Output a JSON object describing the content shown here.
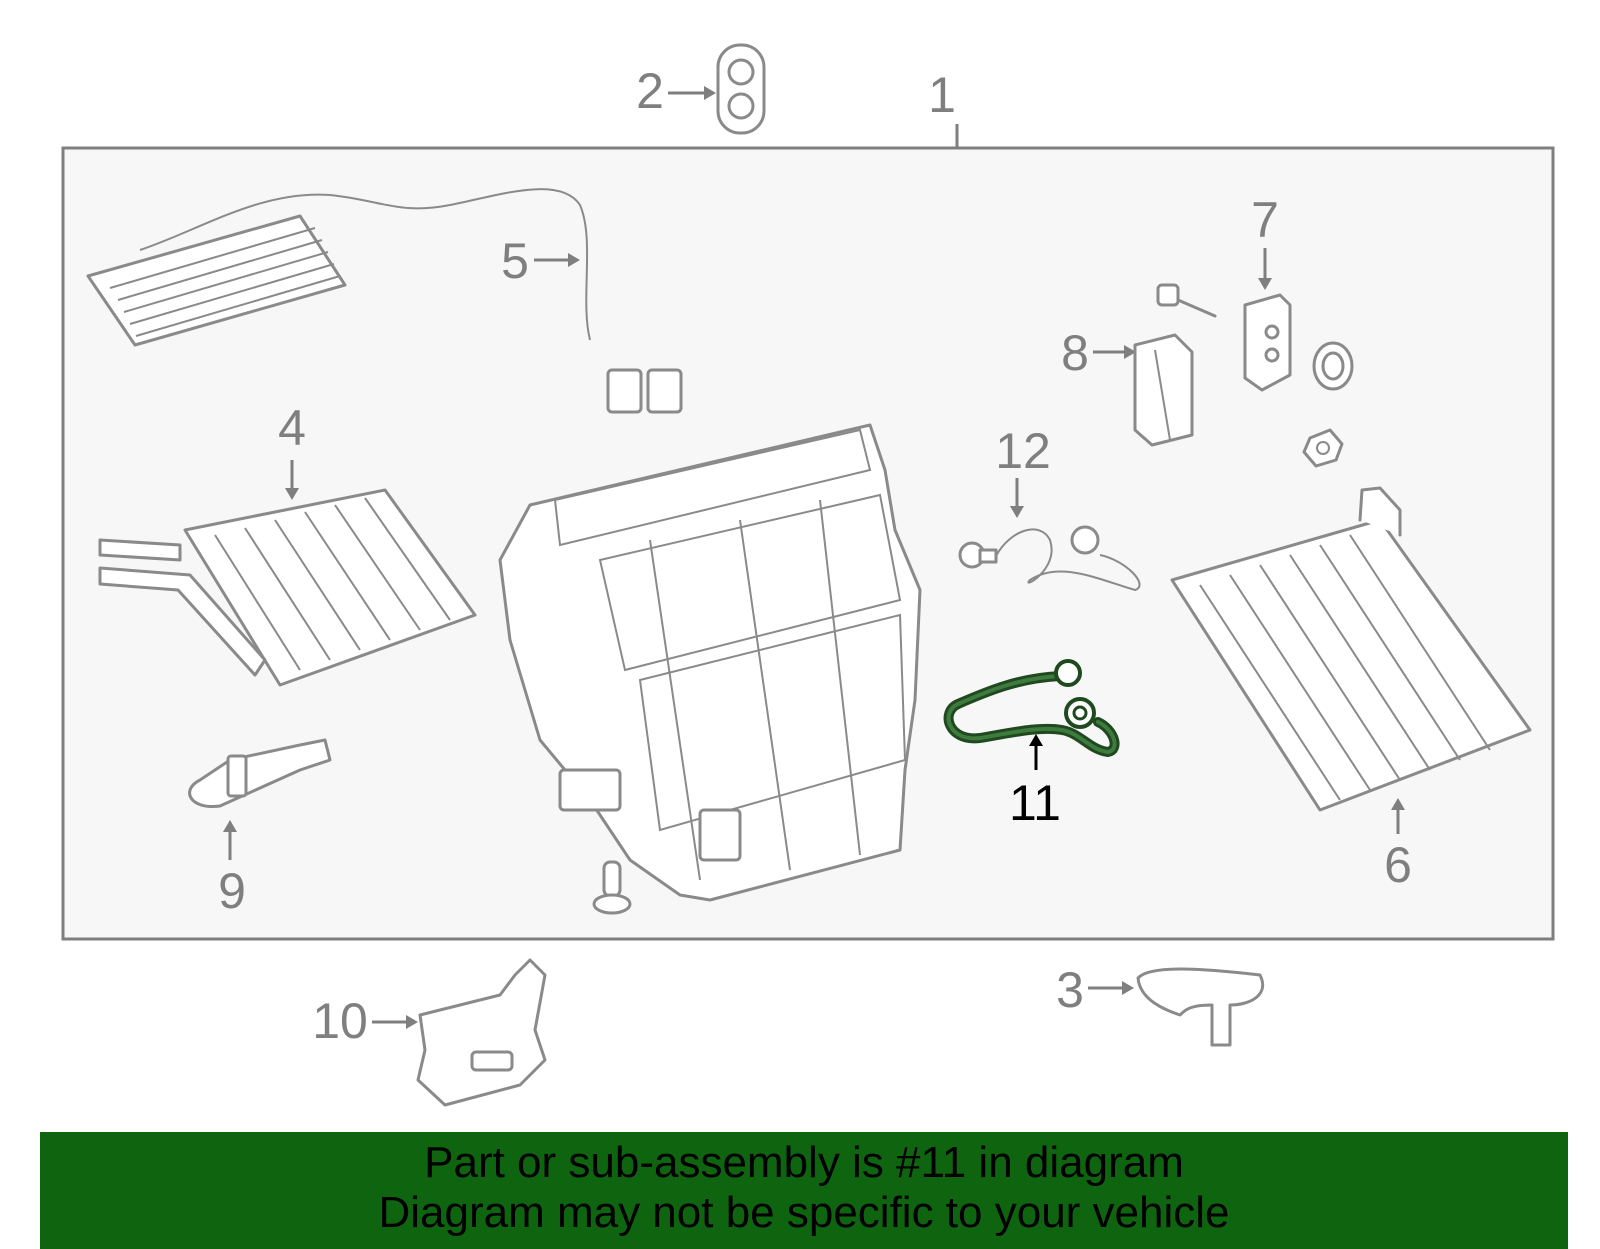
{
  "callouts": {
    "c1": "1",
    "c2": "2",
    "c3": "3",
    "c4": "4",
    "c5": "5",
    "c6": "6",
    "c7": "7",
    "c8": "8",
    "c9": "9",
    "c10": "10",
    "c11": "11",
    "c12": "12"
  },
  "highlighted_part": "11",
  "colors": {
    "panel_fill": "#f7f7f7",
    "panel_border": "#7f7f7f",
    "part_stroke": "#8a8a8a",
    "highlight_stroke": "#1f4a1f",
    "banner_bg": "#0f640f",
    "banner_text": "#000000"
  },
  "banner": {
    "line1": "Part or sub-assembly is #11 in diagram",
    "line2": "Diagram may not be specific to your vehicle"
  }
}
